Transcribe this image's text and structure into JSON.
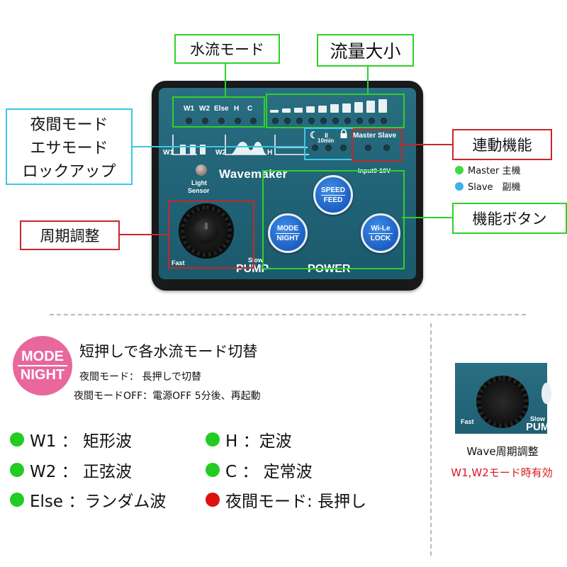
{
  "colors": {
    "callout_green": "#2fd12a",
    "callout_cyan": "#3cc8e6",
    "callout_red": "#c8262b",
    "panel_blue": "#226478",
    "button_blue": "#1b5fc2",
    "badge_pink": "#e8679c",
    "dot_green": "#22cc22",
    "dot_red": "#dd1111",
    "dot_light_green": "#3ddc3d",
    "dot_light_blue": "#3bb4e8",
    "note_red": "#d6191f"
  },
  "callouts": {
    "water_flow_mode": "水流モード",
    "flow_volume": "流量大小",
    "night_mode_line1": "夜間モード",
    "night_mode_line2": "エサモード",
    "night_mode_line3": "ロックアップ",
    "link_function": "連動機能",
    "function_buttons": "機能ボタン",
    "cycle_adjust": "周期調整"
  },
  "link_legend": {
    "master": "Master 主機",
    "slave": "Slave　副機"
  },
  "device": {
    "mode_labels": [
      "W1",
      "W2",
      "Else",
      "H",
      "C"
    ],
    "wave_w1": "W1",
    "wave_w2": "W2",
    "wave_h": "H",
    "timer_label": "10min",
    "master_slave": "Master Slave",
    "light_sensor_line1": "Light",
    "light_sensor_line2": "Sensor",
    "brand": "Wavemaker",
    "input_label": "Input0-10V",
    "speed": "SPEED",
    "feed": "FEED",
    "mode": "MODE",
    "night": "NIGHT",
    "wile": "Wi-Le",
    "lock": "LOCK",
    "fast": "Fast",
    "slow": "Slow",
    "pump": "PUMP",
    "power": "POWER",
    "flow_level_count": 10
  },
  "instructions": {
    "badge_line1": "MODE",
    "badge_line2": "NIGHT",
    "short_press": "短押しで各水流モード切替",
    "night_mode_note": "夜間モード：  長押しで切替",
    "night_off_note": "夜間モードOFF：電源OFF 5分後、再起動"
  },
  "legend": [
    {
      "label": "W1 ： 矩形波",
      "color": "#22cc22"
    },
    {
      "label": "W2 ： 正弦波",
      "color": "#22cc22"
    },
    {
      "label": "Else ：ランダム波",
      "color": "#22cc22"
    },
    {
      "label": "H ：定波",
      "color": "#22cc22"
    },
    {
      "label": "C ： 定常波",
      "color": "#22cc22"
    },
    {
      "label": "夜間モード:  長押し",
      "color": "#dd1111"
    }
  ],
  "thumbnail": {
    "fast": "Fast",
    "slow": "Slow",
    "pump_partial": "PUM",
    "caption": "Wave周期調整",
    "note": "W1,W2モード時有効"
  }
}
